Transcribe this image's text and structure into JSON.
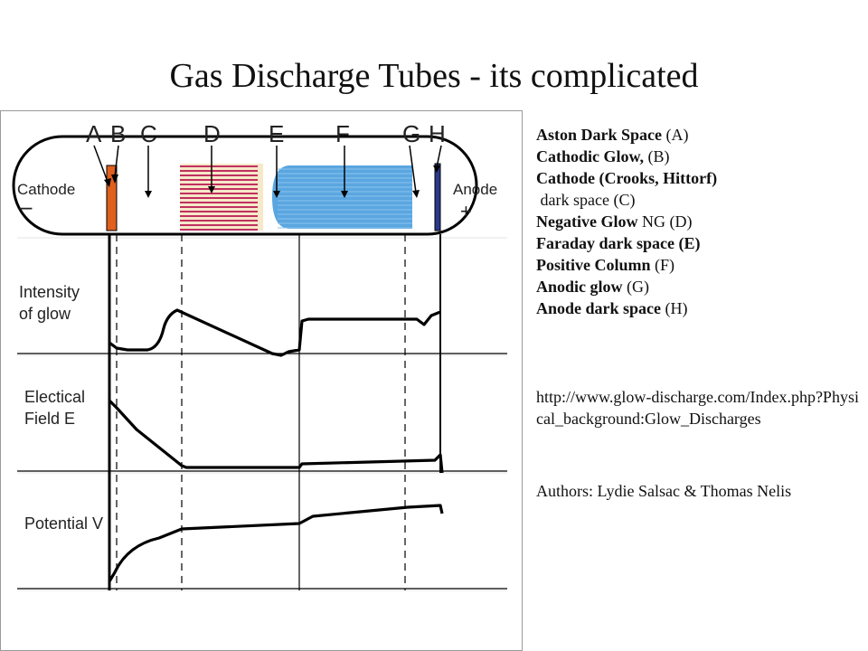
{
  "title": "Gas Discharge Tubes - its complicated",
  "diagram": {
    "region_letters": [
      "A",
      "B",
      "C",
      "D",
      "E",
      "F",
      "G",
      "H"
    ],
    "cathode_label": "Cathode",
    "cathode_sign": "–",
    "anode_label": "Anode",
    "anode_sign": "+",
    "graph_labels": {
      "intensity_line1": "Intensity",
      "intensity_line2": "of glow",
      "field_line1": "Electical",
      "field_line2": "Field E",
      "potential": "Potential V"
    },
    "colors": {
      "cathode_plate": "#e0601e",
      "anode_plate": "#2a3a8a",
      "negative_glow": "#c03060",
      "positive_column": "#5aa6e0",
      "curve": "#000000"
    }
  },
  "legend": [
    {
      "bold": "Aston Dark Space",
      "normal": " (A)"
    },
    {
      "bold": "Cathodic Glow,",
      "normal": " (B)"
    },
    {
      "bold": "Cathode (Crooks, Hittorf)",
      "normal": ""
    },
    {
      "bold": "",
      "normal": " dark space (C)"
    },
    {
      "bold": "Negative Glow",
      "normal": " NG (D)"
    },
    {
      "bold": "Faraday dark space (E)",
      "normal": ""
    },
    {
      "bold": "Positive Column",
      "normal": " (F)"
    },
    {
      "bold": "Anodic glow",
      "normal": " (G)"
    },
    {
      "bold": "Anode dark space",
      "normal": " (H)"
    }
  ],
  "url": "http://www.glow-discharge.com/Index.php?Physical_background:Glow_Discharges",
  "authors": "Authors: Lydie Salsac & Thomas Nelis"
}
